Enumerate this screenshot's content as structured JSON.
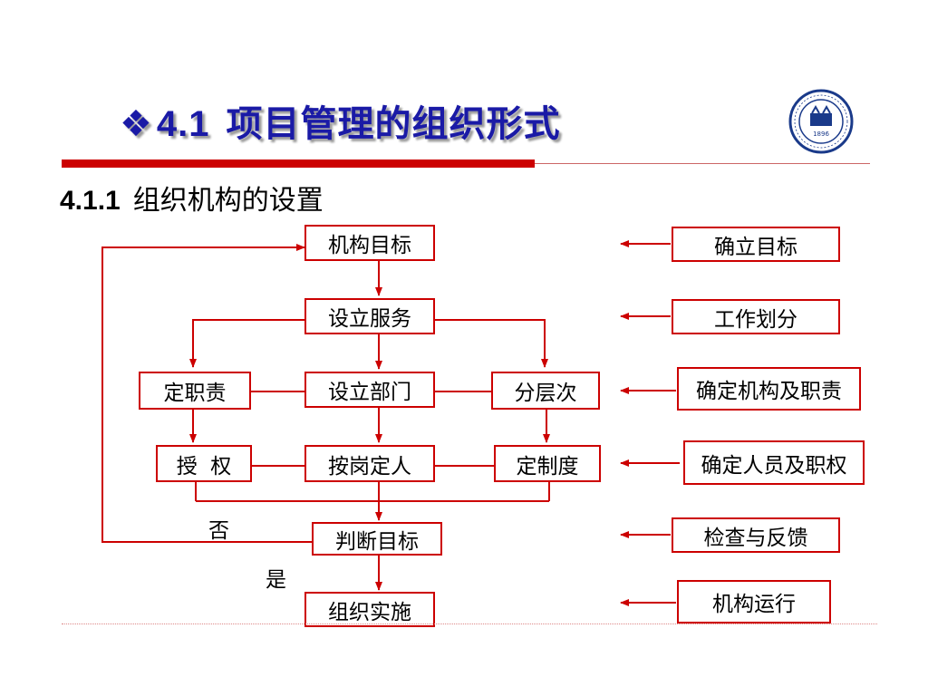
{
  "header": {
    "bullet_icon": "diamond-cluster-icon",
    "number": "4.1",
    "title": "项目管理的组织形式",
    "logo_icon": "university-seal-icon",
    "logo_text": "1896"
  },
  "subtitle": {
    "number": "4.1.1",
    "text": "组织机构的设置"
  },
  "flow": {
    "jigou_mubiao": "机构目标",
    "sheli_fuwu": "设立服务",
    "ding_zhize": "定职责",
    "sheli_bumen": "设立部门",
    "fen_cengci": "分层次",
    "shouquan": "授  权",
    "angang_dingren": "按岗定人",
    "ding_zhidu": "定制度",
    "panduan_mubiao": "判断目标",
    "zuzhi_shishi": "组织实施",
    "fou": "否",
    "shi": "是"
  },
  "steps": {
    "queli_mubiao": "确立目标",
    "gongzuo_huafen": "工作划分",
    "queding_jigou": "确定机构及职责",
    "queding_renyuan": "确定人员及职权",
    "jiancha_fankui": "检查与反馈",
    "jigou_yunxing": "机构运行"
  },
  "colors": {
    "title": "#1a1aa6",
    "accent_red": "#cc0000",
    "logo_blue": "#1a3a8a"
  }
}
